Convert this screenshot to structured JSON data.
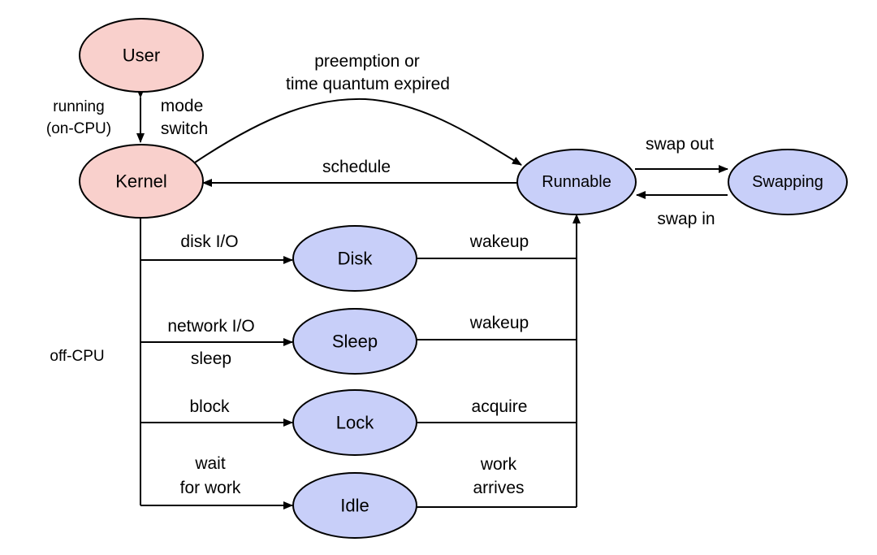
{
  "colors": {
    "on_cpu_state": "#f9d0cc",
    "off_cpu_state": "#c8cff9",
    "line": "#000000"
  },
  "states": {
    "user": "User",
    "kernel": "Kernel",
    "runnable": "Runnable",
    "swapping": "Swapping",
    "disk": "Disk",
    "sleep": "Sleep",
    "lock": "Lock",
    "idle": "Idle"
  },
  "labels": {
    "running": [
      "running",
      "(on-CPU)"
    ],
    "off_cpu": "off-CPU",
    "mode_switch": [
      "mode",
      "switch"
    ],
    "preemption": [
      "preemption or",
      "time quantum expired"
    ],
    "schedule": "schedule",
    "swap_out": "swap out",
    "swap_in": "swap in",
    "disk_io": "disk I/O",
    "network_io": "network I/O",
    "sleep": "sleep",
    "block": "block",
    "wait_for_work": [
      "wait",
      "for work"
    ],
    "wakeup_disk": "wakeup",
    "wakeup_sleep": "wakeup",
    "acquire": "acquire",
    "work_arrives": [
      "work",
      "arrives"
    ]
  }
}
